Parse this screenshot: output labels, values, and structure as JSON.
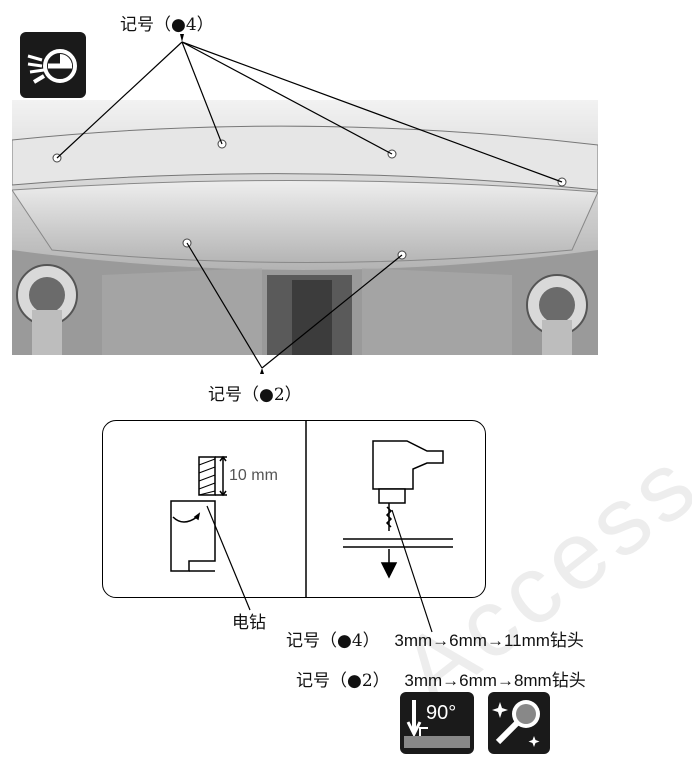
{
  "labels": {
    "top_callout": "记号（●4）",
    "bottom_callout": "记号（●2）",
    "depth": "10 mm",
    "drill_label": "电钻",
    "spec1_mark": "记号（●4）",
    "spec1_steps": "3mm→6mm→11mm钻头",
    "spec2_mark": "记号（●2）",
    "spec2_steps": "3mm→6mm→8mm钻头",
    "angle": "90°"
  },
  "watermark": "Access",
  "icons": [
    "grinder-safety-icon",
    "drill-90-degree-icon",
    "sanding-tool-icon"
  ],
  "colors": {
    "icon_bg": "#1a1a1a",
    "icon_fg": "#ffffff",
    "line": "#000000"
  }
}
